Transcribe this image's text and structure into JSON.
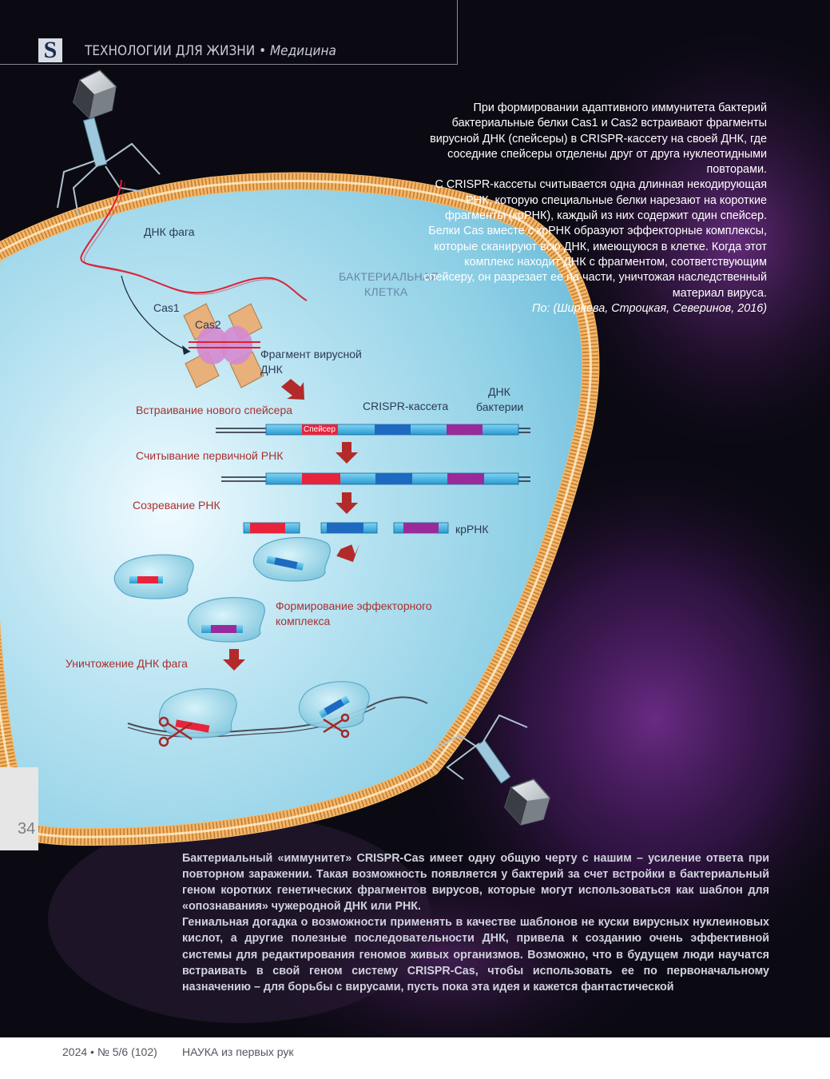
{
  "header": {
    "logo_letter": "S",
    "section": "ТЕХНОЛОГИИ ДЛЯ ЖИЗНИ",
    "separator": "•",
    "subsection": "Медицина"
  },
  "diagram": {
    "phage_dna_label": "ДНК фага",
    "cell_label_line1": "БАКТЕРИАЛЬНАЯ",
    "cell_label_line2": "КЛЕТКА",
    "cas1_label": "Cas1",
    "cas2_label": "Cas2",
    "fragment_label_line1": "Фрагмент вирусной",
    "fragment_label_line2": "ДНК",
    "step_insert": "Встраивание нового спейсера",
    "crispr_cassette": "CRISPR-кассета",
    "bacterial_dna_line1": "ДНК",
    "bacterial_dna_line2": "бактерии",
    "spacer_label": "Спейсер",
    "step_transcription": "Считывание первичной РНК",
    "step_maturation": "Созревание РНК",
    "crrna_label": "крРНК",
    "step_effector_line1": "Формирование эффекторного",
    "step_effector_line2": "комплекса",
    "step_destruction": "Уничтожение ДНК фага"
  },
  "right_text": {
    "p1": "При формировании адаптивного иммунитета бактерий бактериальные белки Cas1 и Cas2 встраивают фрагменты вирусной ДНК (спейсеры) в CRISPR-кассету на своей ДНК, где соседние спейсеры отделены друг от друга нуклеотидными повторами.",
    "p2": "С CRISPR-кассеты считывается одна длинная некодирующая РНК, которую специальные белки нарезают на короткие фрагменты (крРНК), каждый из них содержит один спейсер.",
    "p3": "Белки Cas вместе с крРНК образуют эффекторные комплексы, которые сканируют всю ДНК, имеющуюся в клетке. Когда этот комплекс находит ДНК с фрагментом, соответствующим спейсеру, он разрезает ее на части, уничтожая наследственный материал вируса.",
    "source": "По: (Ширяева, Строцкая, Северинов, 2016)"
  },
  "bottom_text": {
    "p1": "Бактериальный «иммунитет» CRISPR-Cas имеет одну общую черту с нашим – усиление ответа при повторном заражении. Такая возможность появляется у бактерий за счет встройки в бактериальный геном коротких генетических фрагментов вирусов, которые могут использоваться как шаблон для «опознавания» чужеродной ДНК или РНК.",
    "p2": "Гениальная догадка о возможности применять в качестве шаблонов не куски вирусных нуклеиновых кислот, а другие полезные последовательности ДНК, привела к созданию очень эффективной системы для редактирования геномов живых организмов. Возможно, что в будущем люди научатся встраивать в свой геном систему CRISPR-Cas, чтобы использовать ее по первоначальному назначению – для борьбы с вирусами, пусть пока эта идея и кажется фантастической"
  },
  "page_number": "34",
  "footer": {
    "issue": "2024 • № 5/6 (102)",
    "magazine": "НАУКА из первых рук"
  },
  "colors": {
    "background": "#0b0a12",
    "purple_glow": "#6a2a8a",
    "membrane": "#e8a455",
    "cell_fill": "#a9dcec",
    "spacer_red": "#e8243c",
    "spacer_blue": "#1e6ac0",
    "spacer_purple": "#9a2a9a",
    "repeat_cyan": "#3fb0e0",
    "arrow_red": "#b22a2a"
  },
  "icons": [
    "bacteriophage-icon",
    "cas-protein-icon",
    "effector-complex-icon",
    "scissors-icon",
    "arrow-down-icon"
  ]
}
